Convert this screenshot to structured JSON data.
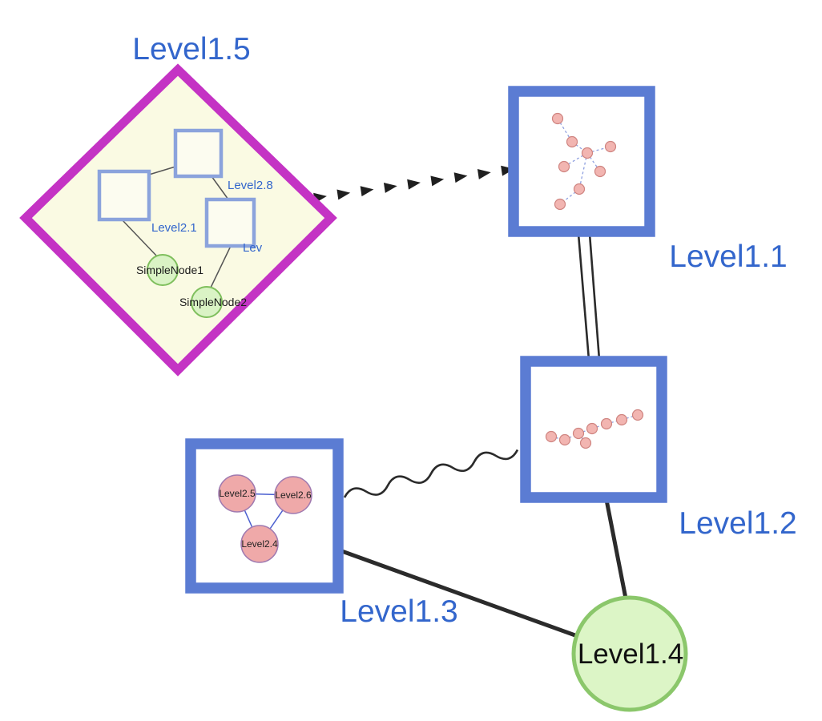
{
  "diagram": {
    "background_color": "#ffffff",
    "colors": {
      "label_blue": "#3366cc",
      "group_border_blue": "#5b7cd3",
      "inner_square_border": "#8ba3dc",
      "diamond_border": "#c433c4",
      "diamond_fill": "#fafae3",
      "green_node_fill": "#daf3c5",
      "green_node_border": "#7fbf5d",
      "level14_fill": "#dcf5c6",
      "level14_border": "#8bc76b",
      "mini_node_fill": "#f2b5b1",
      "mini_node_border": "#cf8480",
      "mini_edge_blue": "#8fa0e0",
      "pink_node_fill": "#efa9a9",
      "pink_node_border": "#a07ab0",
      "pink_edge_blue": "#4a5fd0",
      "edge_dark": "#2b2b2b",
      "text_black": "#1a1a1a"
    },
    "top_nodes": {
      "level15": {
        "label": "Level1.5",
        "shape": "diamond-group"
      },
      "level11": {
        "label": "Level1.1",
        "shape": "square-group"
      },
      "level12": {
        "label": "Level1.2",
        "shape": "square-group"
      },
      "level13": {
        "label": "Level1.3",
        "shape": "square-group"
      },
      "level14": {
        "label": "Level1.4",
        "shape": "circle"
      }
    },
    "level15_contents": {
      "square_top_label": "Level2.8",
      "square_left_label": "Level2.1",
      "square_right_label": "Lev",
      "green1_label": "SimpleNode1",
      "green2_label": "SimpleNode2"
    },
    "level13_contents": {
      "node_left_label": "Level2.5",
      "node_right_label": "Level2.6",
      "node_bottom_label": "Level2.4"
    },
    "edges": [
      {
        "from": "Level1.5",
        "to": "Level1.1",
        "style": "thick dashed arrow train"
      },
      {
        "from": "Level1.1",
        "to": "Level1.2",
        "style": "double parallel line"
      },
      {
        "from": "Level1.3",
        "to": "Level1.2",
        "style": "wavy line"
      },
      {
        "from": "Level1.3",
        "to": "Level1.4",
        "style": "solid line"
      },
      {
        "from": "Level1.2",
        "to": "Level1.4",
        "style": "solid line"
      }
    ]
  }
}
